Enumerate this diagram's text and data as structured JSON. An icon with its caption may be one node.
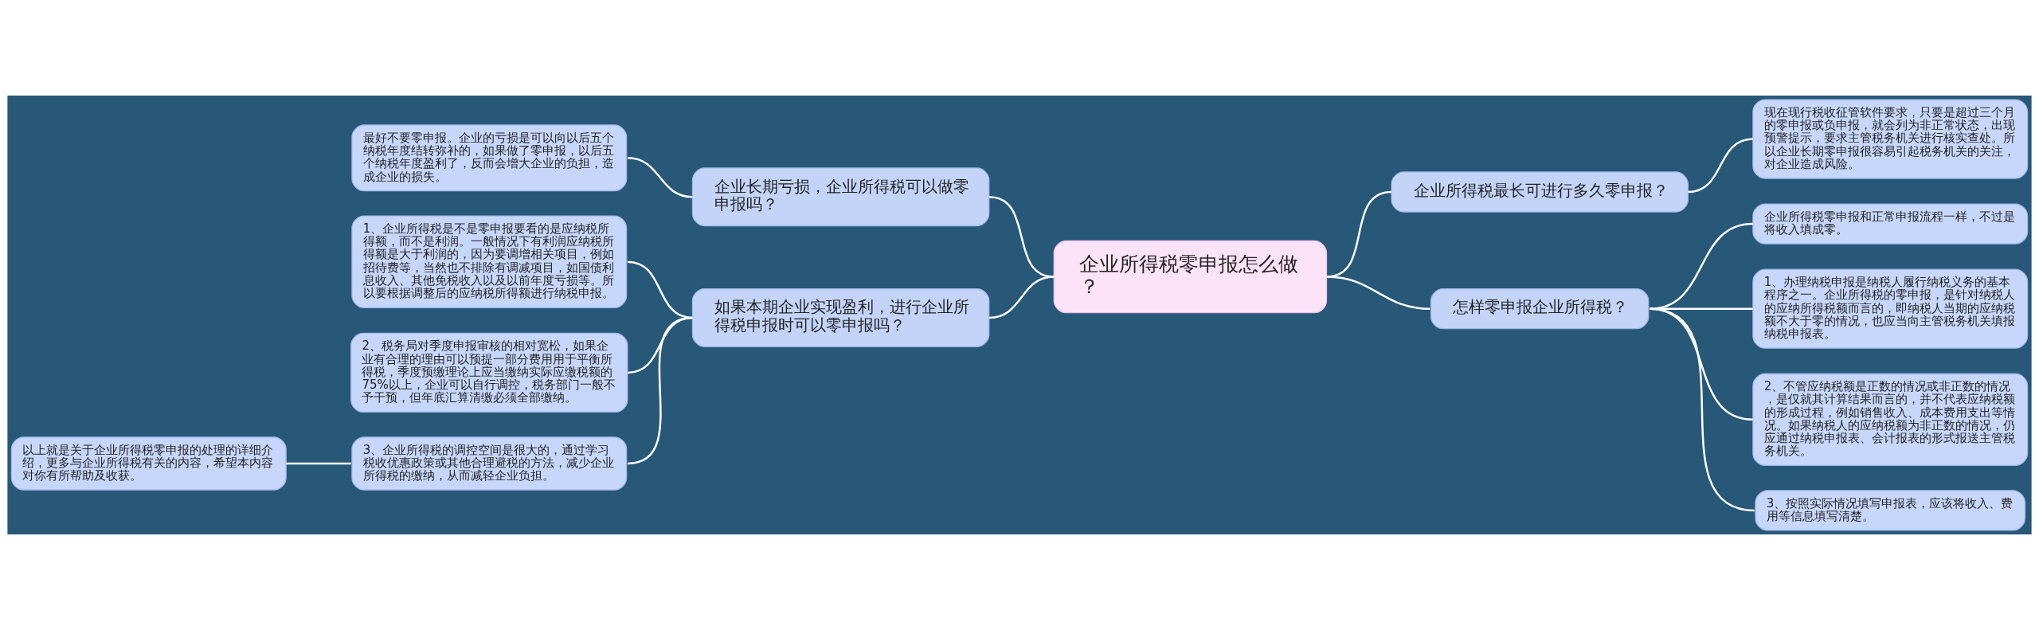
{
  "diagram": {
    "nodes": [
      {
        "text": [
          "企业所得税零申报怎么做？"
        ]
      },
      {
        "text": [
          "企业长期亏损，企业所得税可以做零申报吗？"
        ]
      },
      {
        "text": [
          "最好不要零申报。企业的亏损是可以向以后五个纳税年度结转弥补的，如果做了零申报，以后五个纳税年度盈利了，反而会增大企业的负担，造成企业的损失。"
        ]
      },
      {
        "text": [
          "如果本期企业实现盈利，进行企业所得税申报时可以零申报吗？"
        ]
      },
      {
        "text": [
          "1、企业所得税是不是零申报要看的是应纳税所得额，而不是利润。一般情况下有利润应纳税所得额是大于利润的，因为要调增相关项目，例如招待费等，当然也不排除有调减项目，如国债利息收入、其他免税收入以及以前年度亏损等。所以要根据调整后的应纳税所得额进行纳税申报。"
        ]
      },
      {
        "text": [
          "2、税务局对季度申报审核的相对宽松，如果企业有合理的理由可以预提一部分费用用于平衡所得税，季度预缴理论上应当缴纳实际应缴税额的75%以上，企业可以自行调控，税务部门一般不予干预，但年底汇算清缴必须全部缴纳。"
        ]
      },
      {
        "text": [
          "3、企业所得税的调控空间是很大的，通过学习税收优惠政策或其他合理避税的方法，减少企业所得税的缴纳，从而减轻企业负担。"
        ]
      },
      {
        "text": [
          "以上就是关于企业所得税零申报的处理的详细介绍，更多与企业所得税有关的内容，希望本内容对你有所帮助及收获。"
        ]
      },
      {
        "text": [
          "企业所得税最长可进行多久零申报？"
        ]
      },
      {
        "text": [
          "现在现行税收征管软件要求，只要是超过三个月的零申报或负申报，就会列为非正常状态，出现预警提示，要求主管税务机关进行核实查处。所以企业长期零申报很容易引起税务机关的关注，对企业造成风险。"
        ]
      },
      {
        "text": [
          "怎样零申报企业所得税？"
        ]
      },
      {
        "text": [
          "企业所得税零申报和正常申报流程一样，不过是将收入填成零。"
        ]
      },
      {
        "text": [
          "1、办理纳税申报是纳税人履行纳税义务的基本程序之一。企业所得税的零申报，是针对纳税人的应纳所得税额而言的，即纳税人当期的应纳税额不大于零的情况，也应当向主管税务机关填报纳税申报表。"
        ]
      },
      {
        "text": [
          "2、不管应纳税额是正数的情况或非正数的情况，是仅就其计算结果而言的，并不代表应纳税额的形成过程，例如销售收入、成本费用支出等情况。如果纳税人的应纳税额为非正数的情况，仍应通过纳税申报表、会计报表的形式报送主管税务机关。"
        ]
      },
      {
        "text": [
          "3、按照实际情况填写申报表，应该将收入、费用等信息填写清楚。"
        ]
      }
    ],
    "edges": [
      {
        "from": 0,
        "to": 1,
        "arrow": "none"
      },
      {
        "from": 1,
        "to": 2,
        "arrow": "none"
      },
      {
        "from": 0,
        "to": 3,
        "arrow": "none"
      },
      {
        "from": 3,
        "to": 4,
        "arrow": "none"
      },
      {
        "from": 3,
        "to": 5,
        "arrow": "none"
      },
      {
        "from": 3,
        "to": 6,
        "arrow": "none"
      },
      {
        "from": 6,
        "to": 7,
        "arrow": "none"
      },
      {
        "from": 0,
        "to": 8,
        "arrow": "none"
      },
      {
        "from": 8,
        "to": 9,
        "arrow": "none"
      },
      {
        "from": 0,
        "to": 10,
        "arrow": "none"
      },
      {
        "from": 10,
        "to": 11,
        "arrow": "none"
      },
      {
        "from": 10,
        "to": 12,
        "arrow": "none"
      },
      {
        "from": 10,
        "to": 13,
        "arrow": "none"
      },
      {
        "from": 10,
        "to": 14,
        "arrow": "none"
      }
    ]
  }
}
